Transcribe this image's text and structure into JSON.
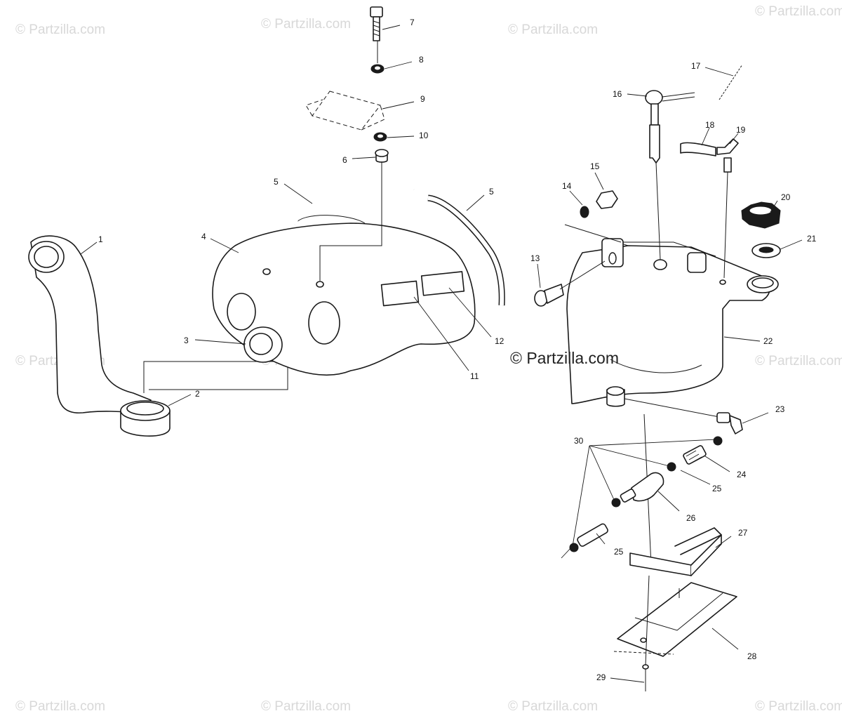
{
  "watermark": {
    "text": "© Partzilla.com",
    "corner_copies": 11
  },
  "callouts": {
    "c1": "1",
    "c2": "2",
    "c3": "3",
    "c4": "4",
    "c5a": "5",
    "c5b": "5",
    "c6": "6",
    "c7": "7",
    "c8": "8",
    "c9": "9",
    "c10": "10",
    "c11": "11",
    "c12": "12",
    "c13": "13",
    "c14": "14",
    "c15": "15",
    "c16": "16",
    "c17": "17",
    "c18": "18",
    "c19": "19",
    "c20": "20",
    "c21": "21",
    "c22": "22",
    "c23": "23",
    "c24": "24",
    "c25a": "25",
    "c25b": "25",
    "c26": "26",
    "c27": "27",
    "c28": "28",
    "c29": "29",
    "c30": "30"
  }
}
